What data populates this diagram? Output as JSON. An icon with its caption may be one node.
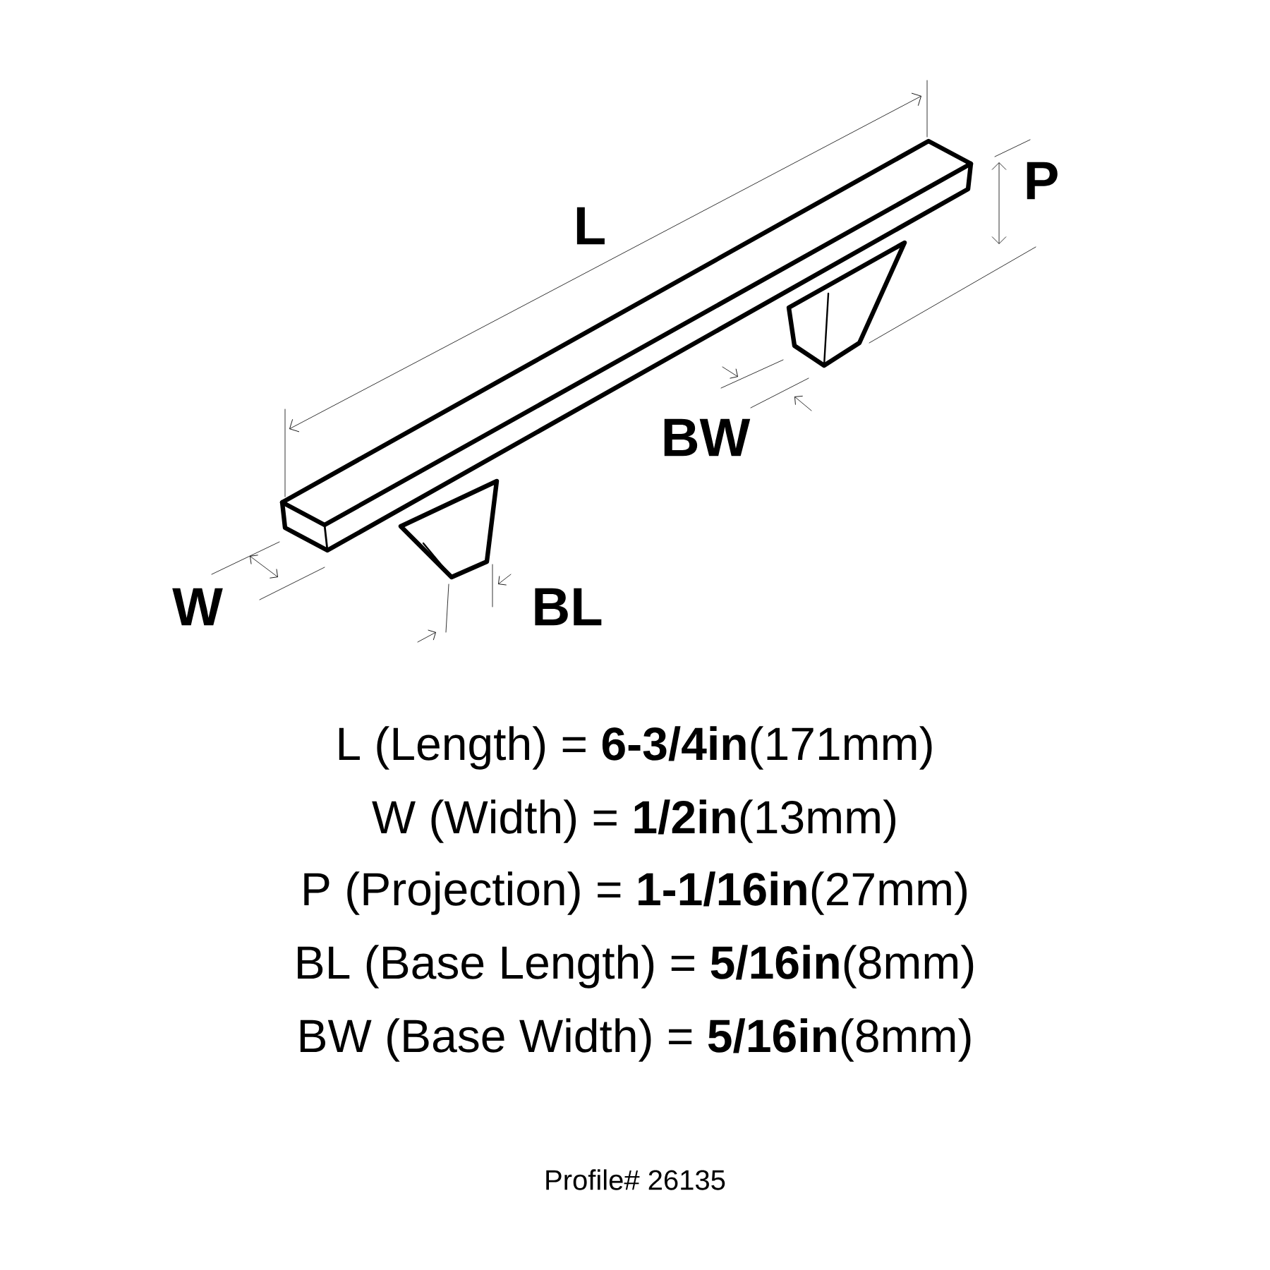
{
  "diagram": {
    "labels": [
      "L",
      "P",
      "BW",
      "W",
      "BL",
      "L (Length) = **6-3/4in**(171mm)",
      "W (Width) = **1/2in**(13mm)",
      "P (Projection) = **1-1/16in**(27mm)",
      "BL (Base Length) = **5/16in**(8mm)",
      "BW (Base Width) = **5/16in**(8mm)",
      "Profile# 26135"
    ]
  }
}
